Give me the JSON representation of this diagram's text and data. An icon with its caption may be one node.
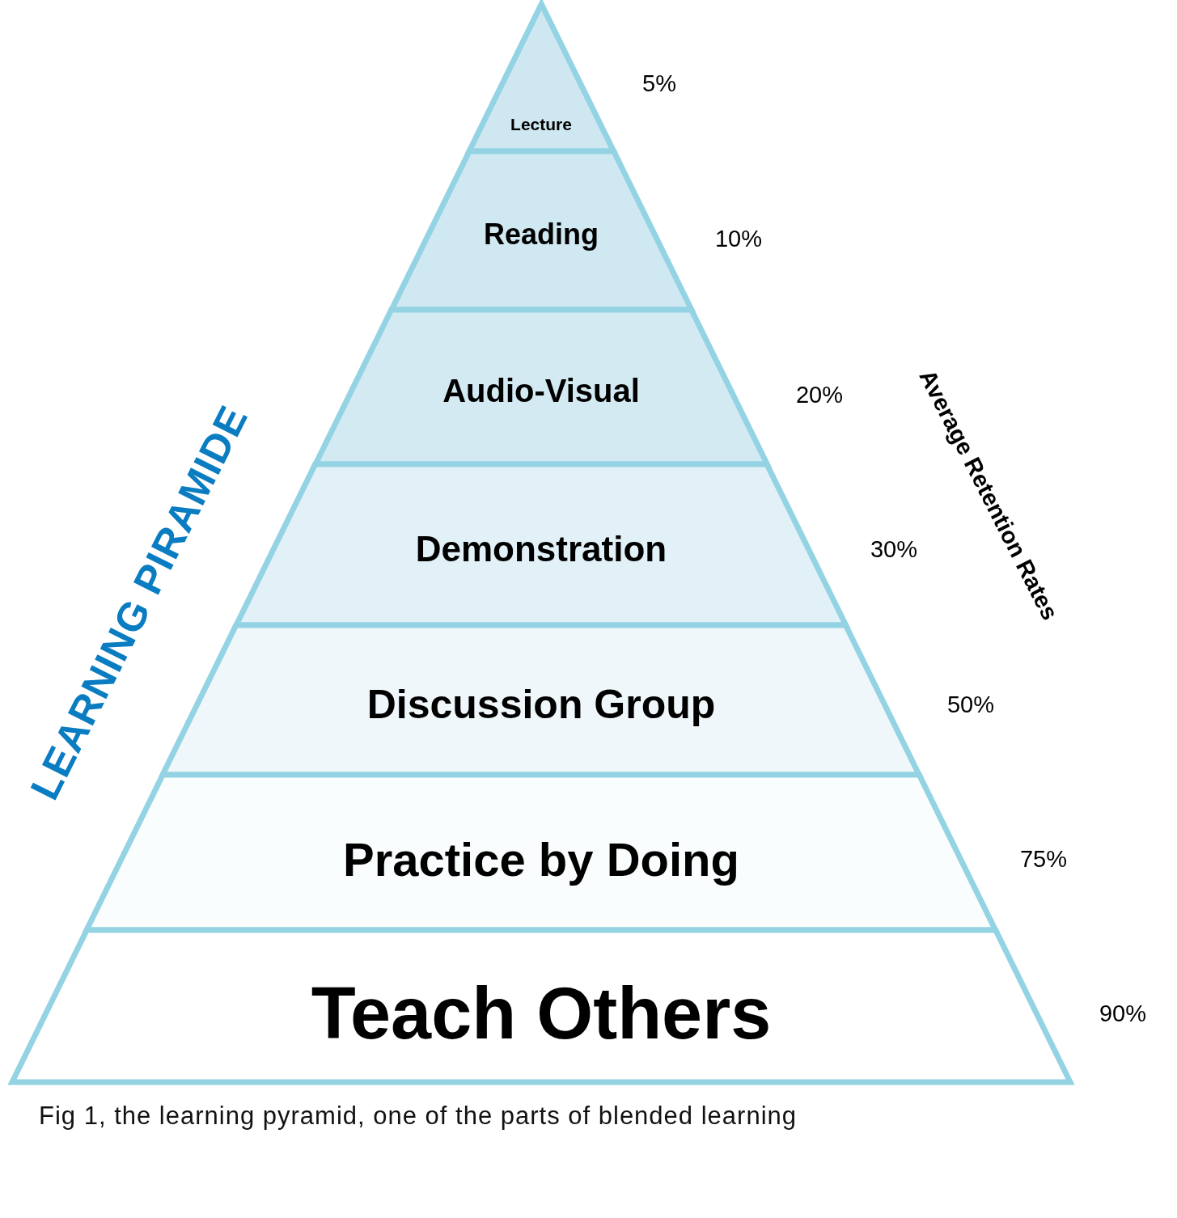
{
  "diagram": {
    "title": "LEARNING PIRAMIDE",
    "caption": "Fig 1, the learning pyramid, one of the parts of blended learning",
    "nodes": [
      {
        "text": [
          "Lecture"
        ],
        "beside": [
          "5%"
        ]
      },
      {
        "text": [
          "Reading"
        ],
        "beside": [
          "10%"
        ]
      },
      {
        "text": [
          "Audio-Visual"
        ],
        "beside": [
          "20%"
        ]
      },
      {
        "text": [
          "Demonstration"
        ],
        "beside": [
          "30%"
        ]
      },
      {
        "text": [
          "Discussion Group"
        ],
        "beside": [
          "50%"
        ]
      },
      {
        "text": [
          "Practice by Doing"
        ],
        "beside": [
          "75%"
        ]
      },
      {
        "text": [
          "Teach Others"
        ],
        "beside": [
          "90%"
        ]
      }
    ],
    "labels": [
      "Average Retention Rates"
    ]
  }
}
